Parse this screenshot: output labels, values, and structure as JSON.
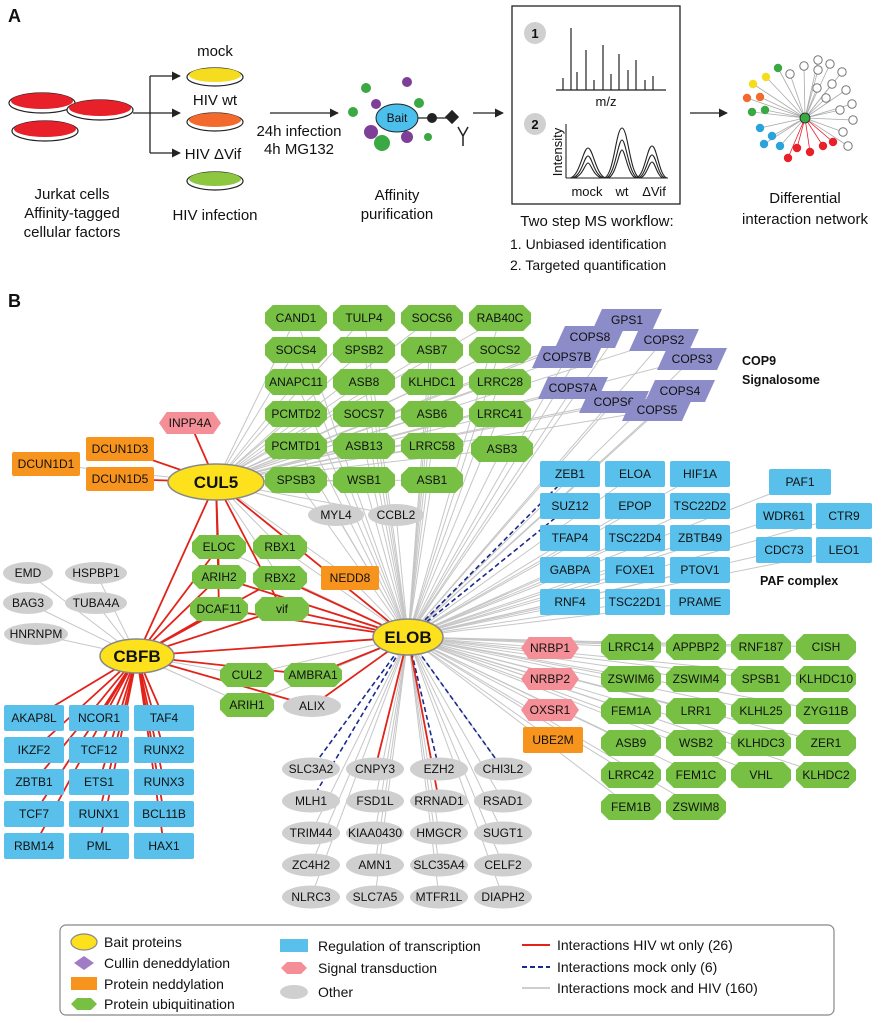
{
  "panel_a": {
    "label": "A",
    "cells_line1": "Jurkat cells",
    "cells_line2": "Affinity-tagged",
    "cells_line3": "cellular factors",
    "cond_mock": "mock",
    "cond_wt": "HIV wt",
    "cond_dvif": "HIV ΔVif",
    "infection_label": "HIV infection",
    "treat_line1": "24h infection",
    "treat_line2": "4h MG132",
    "bait": "Bait",
    "ap_line1": "Affinity",
    "ap_line2": "purification",
    "step1": "1",
    "step2": "2",
    "mz": "m/z",
    "intensity": "Intensity",
    "q_mock": "mock",
    "q_wt": "wt",
    "q_dvif": "ΔVif",
    "ms_line1": "Two step MS workflow:",
    "ms_line2": "1. Unbiased identification",
    "ms_line3": "2. Targeted quantification",
    "net_line1": "Differential",
    "net_line2": "interaction network"
  },
  "panel_b": {
    "label": "B",
    "baits": {
      "cul5": "CUL5",
      "elob": "ELOB",
      "cbfb": "CBFB"
    },
    "groups": {
      "cop9_line1": "COP9",
      "cop9_line2": "Signalosome",
      "paf": "PAF complex"
    },
    "nodes": {
      "cand1": "CAND1",
      "tulp4": "TULP4",
      "socs6": "SOCS6",
      "rab40c": "RAB40C",
      "socs4": "SOCS4",
      "spsb2": "SPSB2",
      "asb7": "ASB7",
      "socs2": "SOCS2",
      "anapc11": "ANAPC11",
      "asb8": "ASB8",
      "klhdc1": "KLHDC1",
      "lrrc28": "LRRC28",
      "pcmtd2": "PCMTD2",
      "socs7": "SOCS7",
      "asb6": "ASB6",
      "lrrc41": "LRRC41",
      "pcmtd1": "PCMTD1",
      "asb13": "ASB13",
      "lrrc58": "LRRC58",
      "asb3": "ASB3",
      "spsb3": "SPSB3",
      "wsb1": "WSB1",
      "asb1": "ASB1",
      "gps1": "GPS1",
      "cops8": "COPS8",
      "cops2": "COPS2",
      "cops7b": "COPS7B",
      "cops3": "COPS3",
      "cops7a": "COPS7A",
      "cops4": "COPS4",
      "cops6": "COPS6",
      "cops5": "COPS5",
      "inpp4a": "INPP4A",
      "dcun1d3": "DCUN1D3",
      "dcun1d1": "DCUN1D1",
      "dcun1d5": "DCUN1D5",
      "myl4": "MYL4",
      "ccbl2": "CCBL2",
      "zeb1": "ZEB1",
      "eloa": "ELOA",
      "hif1a": "HIF1A",
      "suz12": "SUZ12",
      "epop": "EPOP",
      "tsc22d2": "TSC22D2",
      "tfap4": "TFAP4",
      "tsc22d4": "TSC22D4",
      "zbtb49": "ZBTB49",
      "gabpa": "GABPA",
      "foxe1": "FOXE1",
      "ptov1": "PTOV1",
      "rnf4": "RNF4",
      "tsc22d1": "TSC22D1",
      "prame": "PRAME",
      "paf1": "PAF1",
      "wdr61": "WDR61",
      "ctr9": "CTR9",
      "cdc73": "CDC73",
      "leo1": "LEO1",
      "emd": "EMD",
      "hspbp1": "HSPBP1",
      "bag3": "BAG3",
      "tuba4a": "TUBA4A",
      "hnrnpm": "HNRNPM",
      "eloc": "ELOC",
      "rbx1": "RBX1",
      "arih2": "ARIH2",
      "rbx2": "RBX2",
      "nedd8": "NEDD8",
      "dcaf11": "DCAF11",
      "vif": "vif",
      "cul2": "CUL2",
      "ambra1": "AMBRA1",
      "arih1": "ARIH1",
      "alix": "ALIX",
      "akap8l": "AKAP8L",
      "ncor1": "NCOR1",
      "taf4": "TAF4",
      "ikzf2": "IKZF2",
      "tcf12": "TCF12",
      "runx2": "RUNX2",
      "zbtb1": "ZBTB1",
      "ets1": "ETS1",
      "runx3": "RUNX3",
      "tcf7": "TCF7",
      "runx1": "RUNX1",
      "bcl11b": "BCL11B",
      "rbm14": "RBM14",
      "pml": "PML",
      "hax1": "HAX1",
      "nrbp1": "NRBP1",
      "nrbp2": "NRBP2",
      "oxsr1": "OXSR1",
      "ube2m": "UBE2M",
      "lrrc14": "LRRC14",
      "appbp2": "APPBP2",
      "rnf187": "RNF187",
      "cish": "CISH",
      "zswim6": "ZSWIM6",
      "zswim4": "ZSWIM4",
      "spsb1": "SPSB1",
      "klhdc10": "KLHDC10",
      "fem1a": "FEM1A",
      "lrr1": "LRR1",
      "klhl25": "KLHL25",
      "zyg11b": "ZYG11B",
      "asb9": "ASB9",
      "wsb2": "WSB2",
      "klhdc3": "KLHDC3",
      "zer1": "ZER1",
      "lrrc42": "LRRC42",
      "fem1c": "FEM1C",
      "vhl": "VHL",
      "klhdc2": "KLHDC2",
      "fem1b": "FEM1B",
      "zswim8": "ZSWIM8",
      "slc3a2": "SLC3A2",
      "cnpy3": "CNPY3",
      "ezh2": "EZH2",
      "chi3l2": "CHI3L2",
      "mlh1": "MLH1",
      "fsd1l": "FSD1L",
      "rrnad1": "RRNAD1",
      "rsad1": "RSAD1",
      "trim44": "TRIM44",
      "kiaa0430": "KIAA0430",
      "hmgcr": "HMGCR",
      "sugt1": "SUGT1",
      "zc4h2": "ZC4H2",
      "amn1": "AMN1",
      "slc35a4": "SLC35A4",
      "celf2": "CELF2",
      "nlrc3": "NLRC3",
      "slc7a5": "SLC7A5",
      "mtfr1l": "MTFR1L",
      "diaph2": "DIAPH2"
    },
    "legend": {
      "bait": "Bait proteins",
      "deneddylation": "Cullin deneddylation",
      "neddylation": "Protein neddylation",
      "ubiquitination": "Protein ubiquitination",
      "transcription": "Regulation of transcription",
      "signal": "Signal transduction",
      "other": "Other",
      "wt_only": "Interactions HIV wt only (26)",
      "mock_only": "Interactions mock only (6)",
      "both": "Interactions mock and HIV (160)"
    },
    "colors": {
      "bait": "#fce11c",
      "green": "#77c043",
      "blue": "#58c0ea",
      "orange": "#f7941d",
      "purple": "#8c8cc8",
      "pink": "#f48f97",
      "gray": "#cfcfcf",
      "edge_wt": "#e2231a",
      "edge_mock": "#1b2a8c",
      "edge_both": "#c6c6c6"
    }
  }
}
